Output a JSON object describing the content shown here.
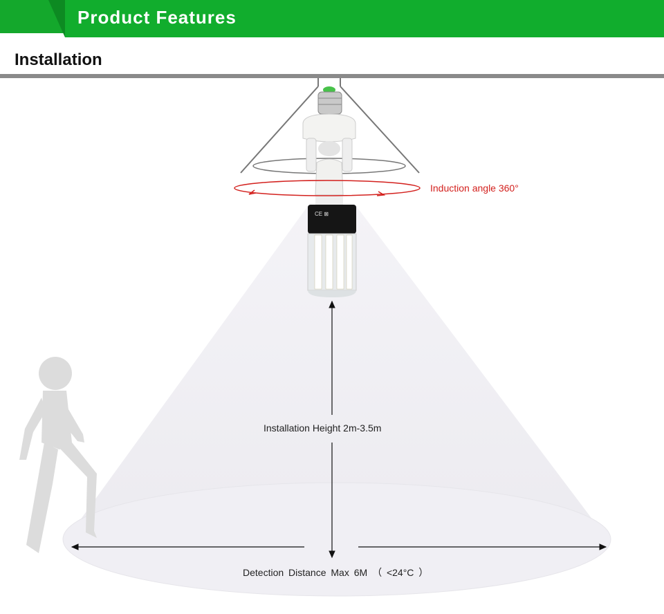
{
  "header": {
    "title": "Product Features"
  },
  "section": {
    "title": "Installation"
  },
  "labels": {
    "induction_angle": "Induction angle 360°",
    "installation_height": "Installation Height 2m-3.5m",
    "detection_distance": "Detection  Distance  Max  6M （ <24°C ）"
  },
  "colors": {
    "brand_green": "#11ad2d",
    "accent_red": "#d3201d"
  }
}
